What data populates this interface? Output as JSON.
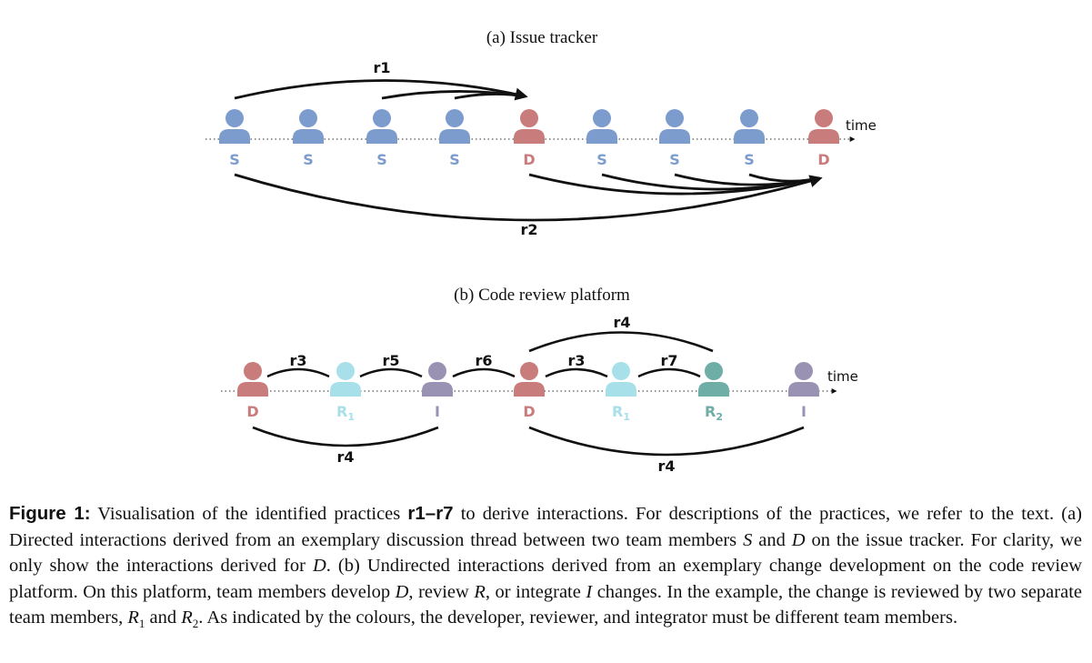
{
  "panel_a": {
    "title": "(a) Issue tracker",
    "time_label": "time",
    "persons": [
      {
        "role": "S",
        "color": "#7b9ccd"
      },
      {
        "role": "S",
        "color": "#7b9ccd"
      },
      {
        "role": "S",
        "color": "#7b9ccd"
      },
      {
        "role": "S",
        "color": "#7b9ccd"
      },
      {
        "role": "D",
        "color": "#c97c7c"
      },
      {
        "role": "S",
        "color": "#7b9ccd"
      },
      {
        "role": "S",
        "color": "#7b9ccd"
      },
      {
        "role": "S",
        "color": "#7b9ccd"
      },
      {
        "role": "D",
        "color": "#c97c7c"
      }
    ],
    "labels": {
      "r1": "r1",
      "r2": "r2"
    }
  },
  "panel_b": {
    "title": "(b) Code review platform",
    "time_label": "time",
    "persons": [
      {
        "role": "D",
        "sub": "",
        "color": "#c97c7c"
      },
      {
        "role": "R",
        "sub": "1",
        "color": "#a8e0ea"
      },
      {
        "role": "I",
        "sub": "",
        "color": "#9a92b2"
      },
      {
        "role": "D",
        "sub": "",
        "color": "#c97c7c"
      },
      {
        "role": "R",
        "sub": "1",
        "color": "#a8e0ea"
      },
      {
        "role": "R",
        "sub": "2",
        "color": "#6fada7"
      },
      {
        "role": "I",
        "sub": "",
        "color": "#9a92b2"
      }
    ],
    "labels": {
      "r3a": "r3",
      "r5": "r5",
      "r6": "r6",
      "r3b": "r3",
      "r7": "r7",
      "r4top": "r4",
      "r4a": "r4",
      "r4b": "r4"
    }
  },
  "caption": {
    "fig_label": "Figure 1:",
    "t1": " Visualisation of the identified practices ",
    "r1": "r1",
    "dash": "–",
    "r7": "r7",
    "t2": " to derive interactions. For descriptions of the practices, we refer to the text. (a) Directed interactions derived from an exemplary discussion thread between two team members ",
    "S": "S",
    "and1": " and ",
    "D": "D",
    "t3": " on the issue tracker. For clarity, we only show the interactions derived for ",
    "D2": "D",
    "t4": ". (b) Undirected interactions derived from an exemplary change development on the code review platform. On this platform, team members develop ",
    "D3": "D",
    "t5": ", review ",
    "R": "R",
    "t6": ", or integrate ",
    "I": "I",
    "t7": " changes. In the example, the change is reviewed by two separate team members, ",
    "R1": "R",
    "R1sub": "1",
    "and2": " and ",
    "R2": "R",
    "R2sub": "2",
    "t8": ". As indicated by the colours, the developer, reviewer, and integrator must be different team members."
  }
}
